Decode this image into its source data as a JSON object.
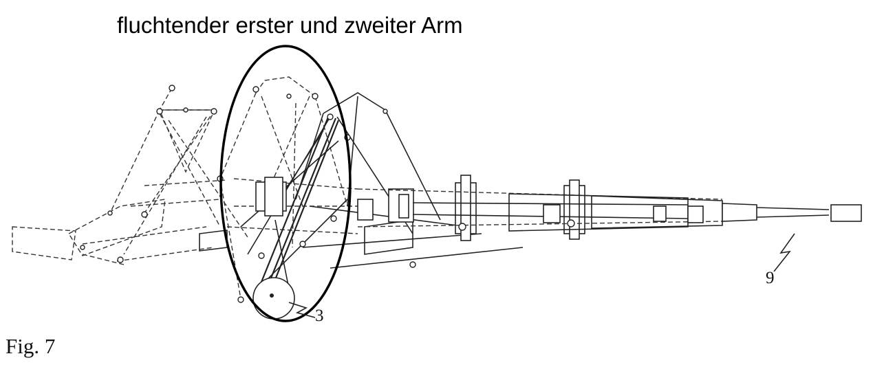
{
  "heading": "fluchtender erster und zweiter Arm",
  "figure_label": "Fig. 7",
  "reference_numerals": {
    "wheel": "3",
    "tube": "9"
  }
}
